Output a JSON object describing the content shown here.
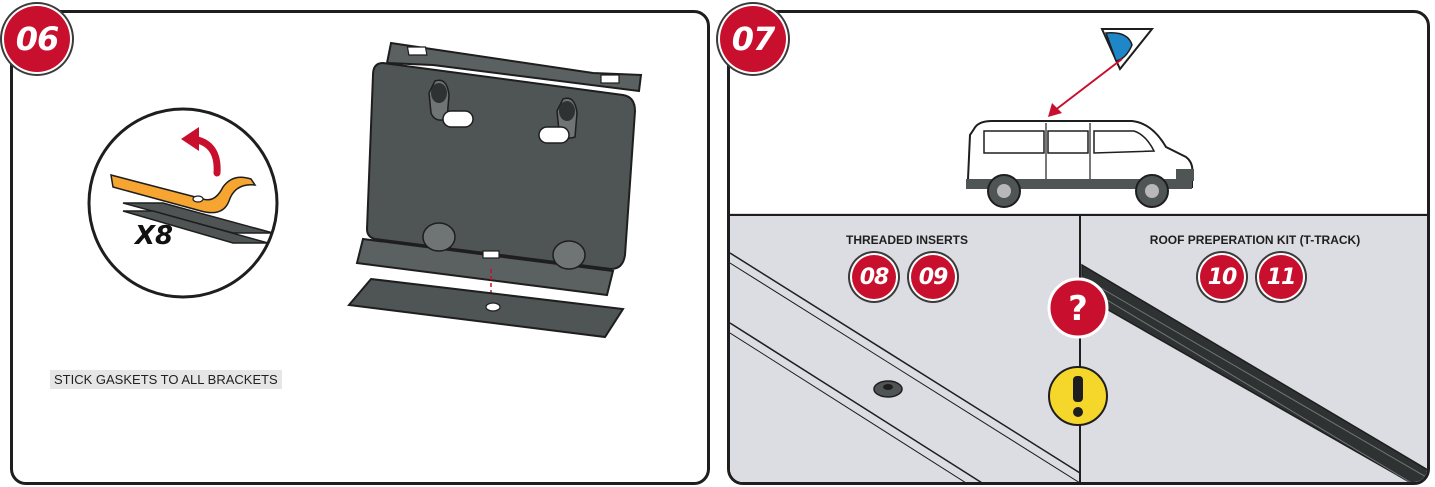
{
  "step_06": {
    "number": "06",
    "quantity_label": "X8",
    "instruction": "STICK GASKETS TO ALL BRACKETS"
  },
  "step_07": {
    "number": "07",
    "threaded_inserts": {
      "title": "THREADED INSERTS",
      "refs": [
        "08",
        "09"
      ]
    },
    "roof_prep_kit": {
      "title": "ROOF PREPERATION KIT (T-TRACK)",
      "refs": [
        "10",
        "11"
      ]
    }
  },
  "colors": {
    "badge_red": "#c8102e",
    "bracket_grey": "#4f5454",
    "gasket_orange": "#f6a531",
    "warning_yellow": "#f5d62a",
    "eye_blue": "#1f86c8",
    "roof_grey": "#dcdde2"
  },
  "icons": [
    "eye-icon",
    "question-icon",
    "warning-icon",
    "peel-arrow-icon"
  ]
}
